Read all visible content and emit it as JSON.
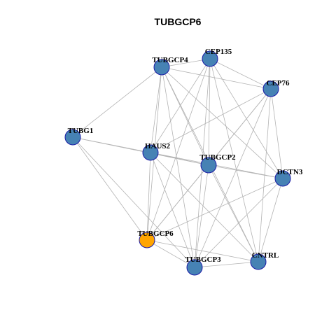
{
  "title": "TUBGCP6",
  "colors": {
    "node_default": "#4682b4",
    "node_highlight": "#ffa500",
    "node_border": "#1a1aa6",
    "edge": "#b3b3b3"
  },
  "nodes": [
    {
      "id": "TUBGCP6",
      "label": "TUBGCP6",
      "highlight": true
    },
    {
      "id": "TUBGCP4",
      "label": "TUBGCP4",
      "highlight": false
    },
    {
      "id": "CEP135",
      "label": "CEP135",
      "highlight": false
    },
    {
      "id": "CEP76",
      "label": "CEP76",
      "highlight": false
    },
    {
      "id": "TUBG1",
      "label": "TUBG1",
      "highlight": false
    },
    {
      "id": "HAUS2",
      "label": "HAUS2",
      "highlight": false
    },
    {
      "id": "TUBGCP2",
      "label": "TUBGCP2",
      "highlight": false
    },
    {
      "id": "DCTN3",
      "label": "DCTN3",
      "highlight": false
    },
    {
      "id": "TUBGCP3",
      "label": "TUBGCP3",
      "highlight": false
    },
    {
      "id": "CNTRL",
      "label": "CNTRL",
      "highlight": false
    }
  ],
  "edges": [
    [
      "TUBGCP4",
      "CEP135"
    ],
    [
      "TUBGCP4",
      "CEP76"
    ],
    [
      "TUBGCP4",
      "TUBG1"
    ],
    [
      "TUBGCP4",
      "HAUS2"
    ],
    [
      "TUBGCP4",
      "TUBGCP2"
    ],
    [
      "TUBGCP4",
      "TUBGCP6"
    ],
    [
      "TUBGCP4",
      "TUBGCP3"
    ],
    [
      "TUBGCP4",
      "CNTRL"
    ],
    [
      "TUBGCP4",
      "DCTN3"
    ],
    [
      "CEP135",
      "CEP76"
    ],
    [
      "CEP135",
      "HAUS2"
    ],
    [
      "CEP135",
      "TUBGCP2"
    ],
    [
      "CEP135",
      "DCTN3"
    ],
    [
      "CEP135",
      "TUBGCP6"
    ],
    [
      "CEP135",
      "TUBGCP3"
    ],
    [
      "CEP135",
      "CNTRL"
    ],
    [
      "CEP76",
      "HAUS2"
    ],
    [
      "CEP76",
      "TUBGCP2"
    ],
    [
      "CEP76",
      "DCTN3"
    ],
    [
      "CEP76",
      "TUBGCP6"
    ],
    [
      "CEP76",
      "TUBGCP3"
    ],
    [
      "CEP76",
      "CNTRL"
    ],
    [
      "TUBG1",
      "HAUS2"
    ],
    [
      "TUBG1",
      "TUBGCP2"
    ],
    [
      "TUBG1",
      "TUBGCP6"
    ],
    [
      "TUBG1",
      "TUBGCP3"
    ],
    [
      "HAUS2",
      "TUBGCP2"
    ],
    [
      "HAUS2",
      "DCTN3"
    ],
    [
      "HAUS2",
      "TUBGCP6"
    ],
    [
      "HAUS2",
      "TUBGCP3"
    ],
    [
      "HAUS2",
      "CNTRL"
    ],
    [
      "TUBGCP2",
      "DCTN3"
    ],
    [
      "TUBGCP2",
      "TUBGCP6"
    ],
    [
      "TUBGCP2",
      "TUBGCP3"
    ],
    [
      "TUBGCP2",
      "CNTRL"
    ],
    [
      "DCTN3",
      "TUBGCP6"
    ],
    [
      "DCTN3",
      "TUBGCP3"
    ],
    [
      "DCTN3",
      "CNTRL"
    ],
    [
      "TUBGCP6",
      "TUBGCP3"
    ],
    [
      "TUBGCP6",
      "CNTRL"
    ],
    [
      "TUBGCP3",
      "CNTRL"
    ]
  ]
}
